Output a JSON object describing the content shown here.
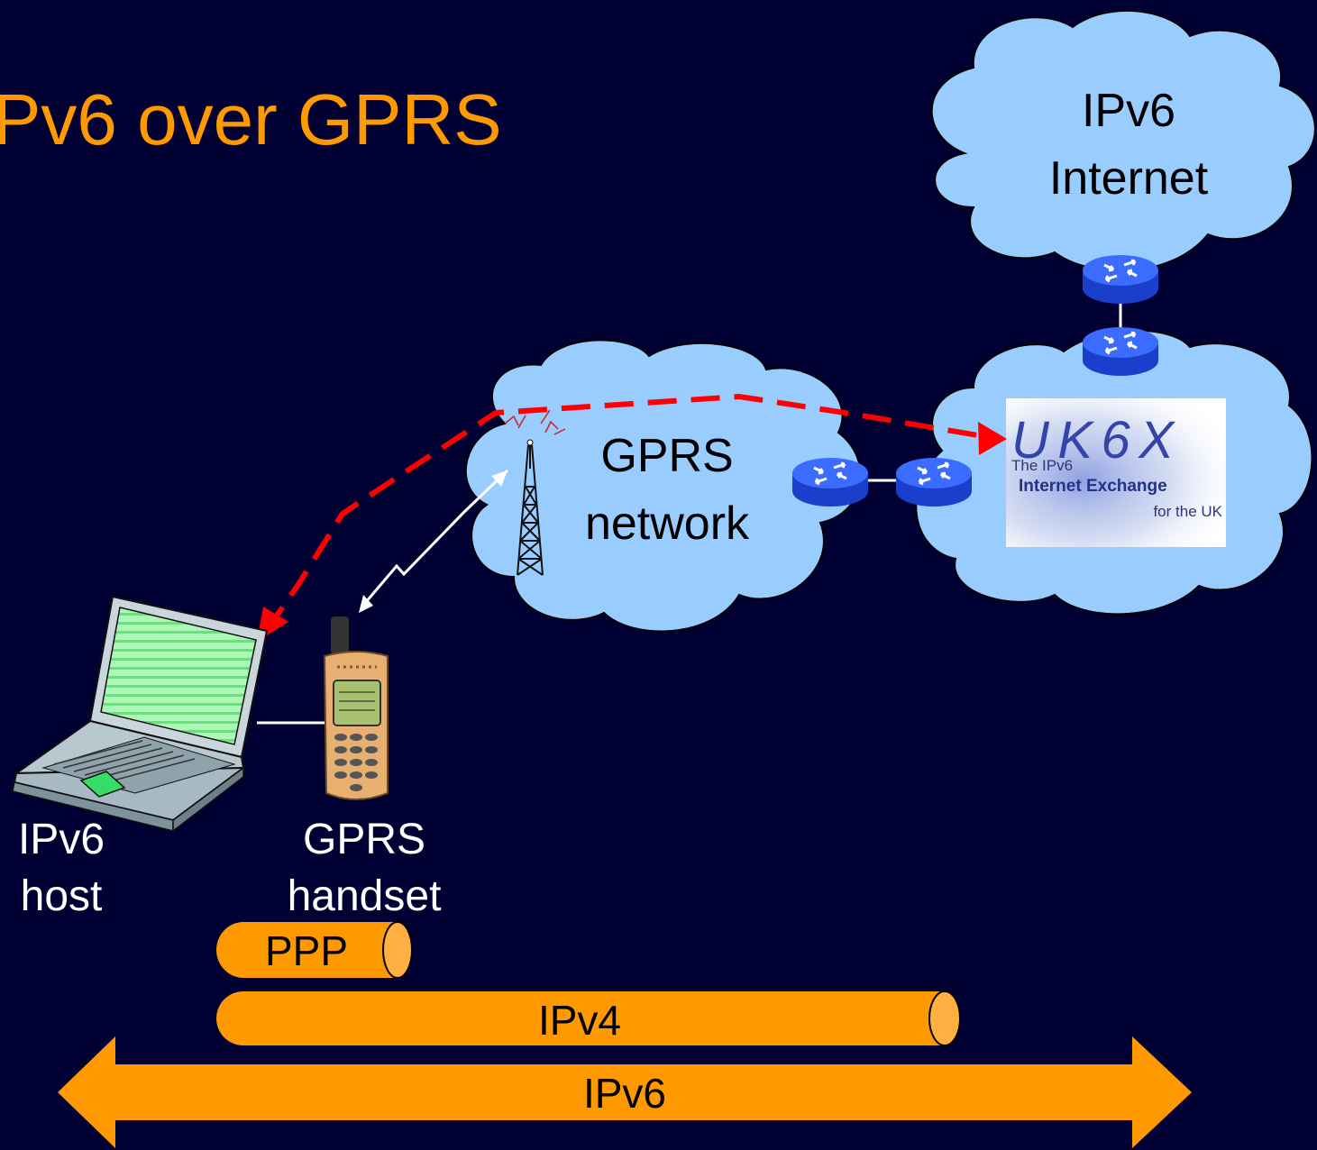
{
  "title": "Pv6 over GPRS",
  "colors": {
    "background": "#000033",
    "title": "#FF9900",
    "cloud_fill": "#99CCFF",
    "router_fill": "#3366FF",
    "tunnel_fill": "#FF9900",
    "tunnel_end": "#FFB040",
    "path_arrow": "#FF0000",
    "label_text": "#FFFFFF",
    "cloud_label_text": "#000000"
  },
  "clouds": {
    "internet": {
      "line1": "IPv6",
      "line2": "Internet"
    },
    "gprs": {
      "line1": "GPRS",
      "line2": "network"
    }
  },
  "devices": {
    "host": {
      "line1": "IPv6",
      "line2": "host",
      "icon": "laptop-icon"
    },
    "handset": {
      "line1": "GPRS",
      "line2": "handset",
      "icon": "mobile-phone-icon"
    },
    "tower": {
      "icon": "radio-tower-icon"
    },
    "router": {
      "icon": "router-icon"
    }
  },
  "exchange_logo": {
    "brand": "UK6X",
    "line1": "The IPv6",
    "line2": "Internet Exchange",
    "line3": "for the UK"
  },
  "tunnels": {
    "ppp": "PPP",
    "ipv4": "IPv4",
    "ipv6": "IPv6"
  }
}
